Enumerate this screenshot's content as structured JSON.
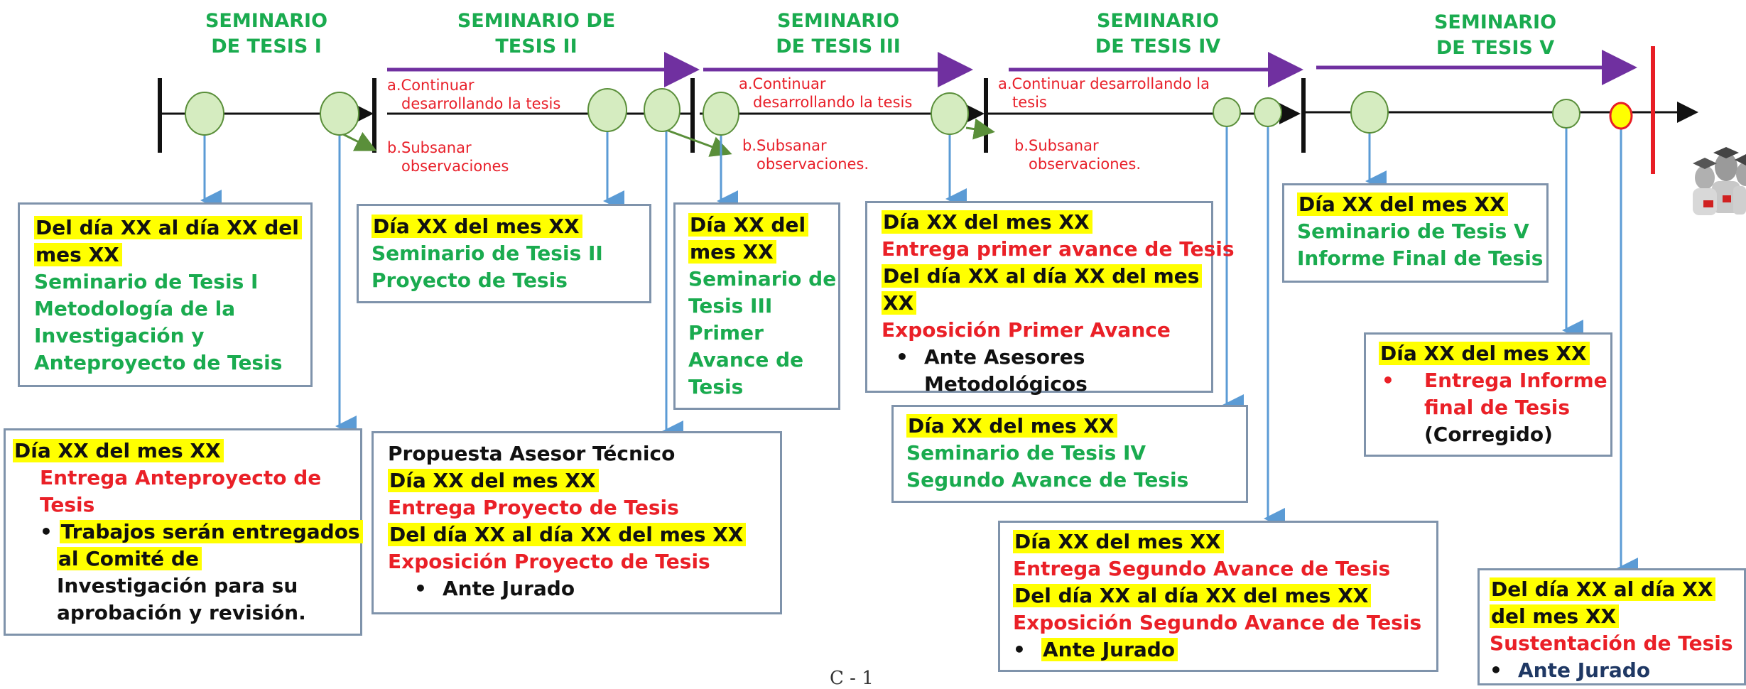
{
  "headers": [
    {
      "line1": "SEMINARIO",
      "line2": "DE TESIS I"
    },
    {
      "line1": "SEMINARIO DE",
      "line2": "TESIS II"
    },
    {
      "line1": "SEMINARIO",
      "line2": "DE TESIS III"
    },
    {
      "line1": "SEMINARIO",
      "line2": "DE TESIS IV"
    },
    {
      "line1": "SEMINARIO",
      "line2": "DE TESIS V"
    }
  ],
  "notes": {
    "n2a": [
      "a.Continuar",
      "desarrollando la tesis"
    ],
    "n2b": [
      "b.Subsanar",
      "observaciones"
    ],
    "n3a": [
      "a.Continuar",
      "desarrollando la tesis"
    ],
    "n3b": [
      "b.Subsanar",
      "observaciones."
    ],
    "n4a": [
      "a.Continuar desarrollando la",
      "tesis"
    ],
    "n4b": [
      "b.Subsanar",
      "observaciones."
    ]
  },
  "boxes": {
    "b1": {
      "date": "Del día XX al día XX del",
      "date2": "mes XX",
      "l1": "Seminario de Tesis I",
      "l2": "Metodología de la",
      "l3": "Investigación y",
      "l4": "Anteproyecto de Tesis"
    },
    "b2": {
      "date": "Día XX del mes XX",
      "l1": "Entrega Anteproyecto de",
      "l2": "Tesis",
      "b1": "Trabajos serán entregados",
      "b2": "al Comité de",
      "b3": "Investigación para su",
      "b4": "aprobación y revisión."
    },
    "b3": {
      "date": "Día XX del mes XX",
      "l1": "Seminario de Tesis II",
      "l2": "Proyecto de Tesis"
    },
    "b4": {
      "top": "Propuesta Asesor Técnico",
      "date": "Día XX del mes XX",
      "l1": "Entrega Proyecto de  Tesis",
      "date2": "Del día XX al día XX del mes XX",
      "l2": "Exposición Proyecto de Tesis",
      "bullet": "Ante Jurado"
    },
    "b5": {
      "date": "Día XX del",
      "date2": "mes XX",
      "l1": "Seminario de",
      "l2": "Tesis III",
      "l3": "Primer",
      "l4": "Avance de",
      "l5": "Tesis"
    },
    "b6": {
      "date": "Día XX del mes XX",
      "l1": "Entrega primer avance de Tesis",
      "date2": "Del día XX al día XX del mes",
      "date3": "XX",
      "l2": "Exposición Primer Avance",
      "bullet": "Ante Asesores",
      "bullet2": "Metodológicos"
    },
    "b7": {
      "date": "Día XX del mes XX",
      "l1": "Seminario de Tesis IV",
      "l2": "Segundo Avance de Tesis"
    },
    "b8": {
      "date": "Día XX del mes XX",
      "l1": "Entrega Segundo Avance de Tesis",
      "date2": "Del día XX al día XX del mes XX",
      "l2": "Exposición Segundo Avance de  Tesis",
      "bullet": "Ante Jurado"
    },
    "b9": {
      "date": "Día XX del mes XX",
      "l1": "Seminario de Tesis V",
      "l2": "Informe Final de Tesis"
    },
    "b10": {
      "date": "Día XX del mes XX",
      "l1": "Entrega Informe",
      "l2": "final de Tesis",
      "l3": "(Corregido)"
    },
    "b11": {
      "date": "Del día XX al día XX",
      "date2": "del mes XX",
      "l1": "Sustentación de Tesis",
      "bullet": "Ante Jurado"
    }
  },
  "footer": "C - 1",
  "colors": {
    "green": "#1aab4f",
    "red": "#ea2027",
    "highlight": "#ffff00",
    "purple": "#7030a0",
    "node_fill": "#d5ecc0",
    "node_stroke": "#5a8f3a",
    "connector": "#5b9bd5"
  }
}
